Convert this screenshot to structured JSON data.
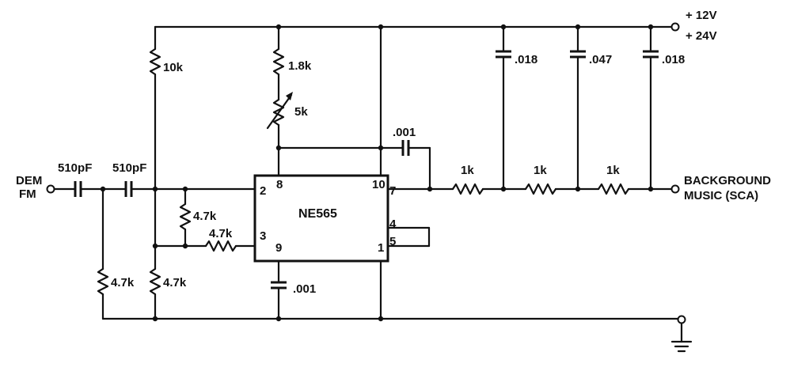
{
  "supply": {
    "line1": "+ 12V",
    "line2": "+ 24V"
  },
  "input": {
    "line1": "DEM",
    "line2": "FM"
  },
  "output": {
    "line1": "BACKGROUND",
    "line2": "MUSIC (SCA)"
  },
  "ic": {
    "name": "NE565",
    "pins": {
      "p2": "2",
      "p8": "8",
      "p10": "10",
      "p7": "7",
      "p3": "3",
      "p9": "9",
      "p1": "1",
      "p4": "4",
      "p5": "5"
    }
  },
  "components": {
    "c_in1": "510pF",
    "c_in2": "510pF",
    "r_top": "10k",
    "r_18": "1.8k",
    "r_pot": "5k",
    "c_001_top": ".001",
    "c_001_bot": ".001",
    "r_div_top": "4.7k",
    "r_series": "4.7k",
    "r_left": "4.7k",
    "r_mid": "4.7k",
    "r_f1": "1k",
    "r_f2": "1k",
    "r_f3": "1k",
    "c_f1": ".018",
    "c_f2": ".047",
    "c_f3": ".018"
  }
}
